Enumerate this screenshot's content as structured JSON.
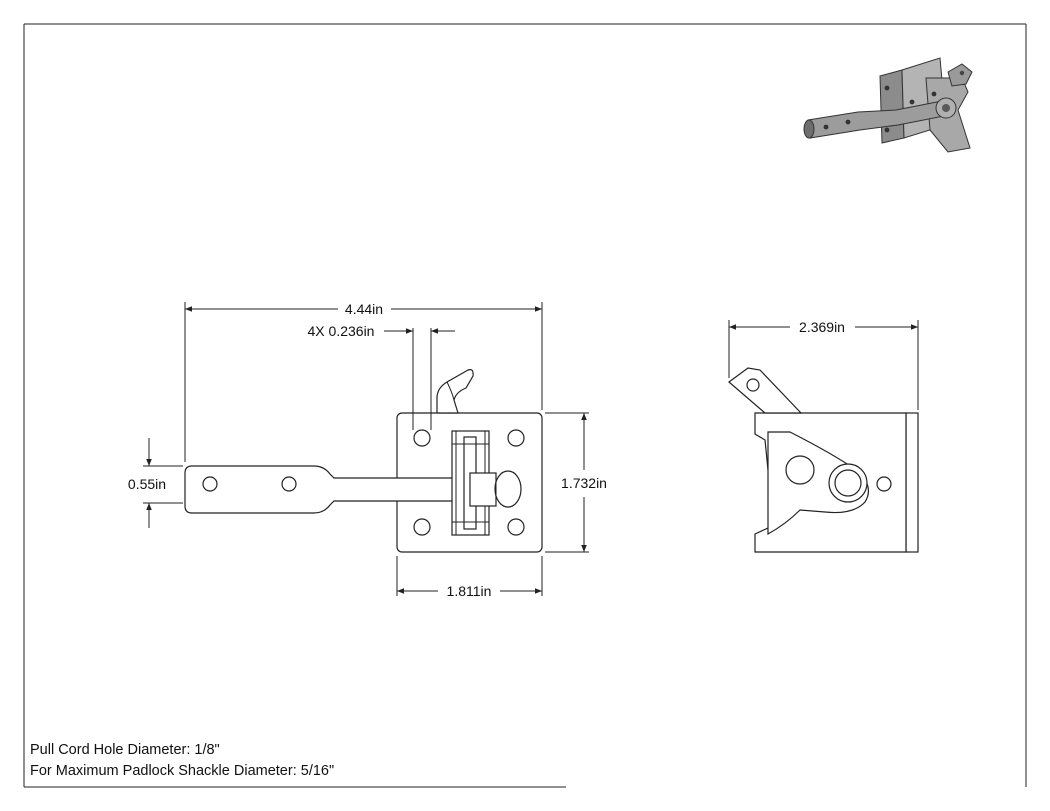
{
  "dimensions": {
    "overall_length": "4.44in",
    "hole_diameter": "4X 0.236in",
    "bar_width": "0.55in",
    "plate_height": "1.732in",
    "plate_width": "1.811in",
    "side_depth": "2.369in"
  },
  "notes": {
    "line1": "Pull Cord Hole Diameter: 1/8\"",
    "line2": "For Maximum Padlock Shackle Diameter: 5/16\""
  },
  "colors": {
    "line": "#222222",
    "iso_shade": "#8c8c8c",
    "iso_dark": "#5a5a5a"
  }
}
